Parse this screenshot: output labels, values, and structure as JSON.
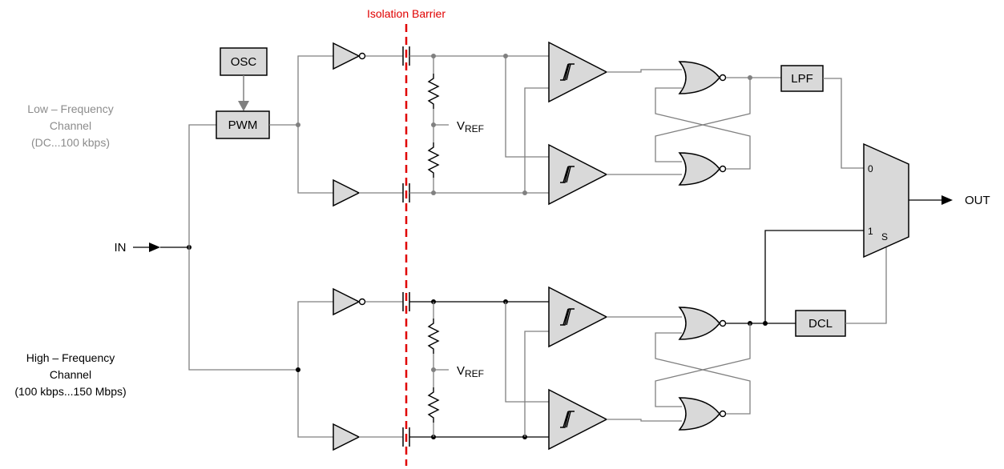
{
  "barrier": {
    "label": "Isolation Barrier",
    "color": "#e00000"
  },
  "input": {
    "label": "IN"
  },
  "output": {
    "label": "OUT"
  },
  "low_channel": {
    "line1": "Low – Frequency",
    "line2": "Channel",
    "line3": "(DC...100 kbps)"
  },
  "high_channel": {
    "line1": "High – Frequency",
    "line2": "Channel",
    "line3": "(100 kbps...150 Mbps)"
  },
  "blocks": {
    "osc": "OSC",
    "pwm": "PWM",
    "lpf": "LPF",
    "dcl": "DCL"
  },
  "vref": {
    "main": "V",
    "sub": "REF"
  },
  "mux": {
    "in0": "0",
    "in1": "1",
    "sel": "S"
  },
  "colors": {
    "wire": "#808080",
    "block_fill": "#d9d9d9",
    "barrier": "#e00000"
  }
}
